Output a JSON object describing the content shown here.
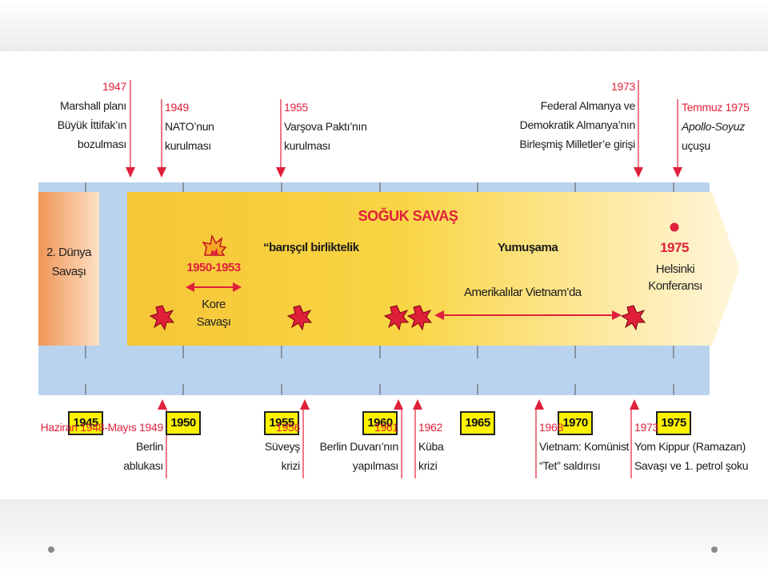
{
  "timeline": {
    "title": "SOĞUK SAVAŞ",
    "axis_years": [
      "1945",
      "1950",
      "1955",
      "1960",
      "1965",
      "1970",
      "1975"
    ],
    "ww2_label": [
      "2. Dünya",
      "Savaşı"
    ],
    "korea": {
      "years": "1950-1953",
      "label": [
        "Kore",
        "Savaşı"
      ]
    },
    "peaceful_label": "“barışçıl birliktelik",
    "detente_label": "Yumuşama",
    "vietnam_label": "Amerikalılar Vietnam’da",
    "helsinki": {
      "year": "1975",
      "label": [
        "Helsinki",
        "Konferansı"
      ]
    }
  },
  "top_events": [
    {
      "year": "1947",
      "lines": [
        "Marshall planı",
        "Büyük İttifak’ın",
        "bozulması"
      ]
    },
    {
      "year": "1949",
      "lines": [
        "NATO’nun",
        "kurulması"
      ]
    },
    {
      "year": "1955",
      "lines": [
        "Varşova Paktı’nın",
        "kurulması"
      ]
    },
    {
      "year": "1973",
      "lines": [
        "Federal Almanya ve",
        "Demokratik Almanya’nın",
        "Birleşmiş Milletler’e girişi"
      ]
    },
    {
      "year": "Temmuz 1975",
      "lines": [
        "Apollo-Soyuz",
        "uçuşu"
      ]
    }
  ],
  "bottom_events": [
    {
      "year": "Haziran 1948-Mayıs 1949",
      "lines": [
        "Berlin",
        "ablukası"
      ]
    },
    {
      "year": "1956",
      "lines": [
        "Süveyş",
        "krizi"
      ]
    },
    {
      "year": "1961",
      "lines": [
        "Berlin Duvarı’nın",
        "yapılması"
      ]
    },
    {
      "year": "1962",
      "lines": [
        "Küba",
        "krizi"
      ]
    },
    {
      "year": "1968",
      "lines": [
        "Vietnam: Komünist",
        "“Tet” saldırısı"
      ]
    },
    {
      "year": "1973",
      "lines": [
        "Yom Kippur (Ramazan)",
        "Savaşı ve 1. petrol şoku"
      ]
    }
  ],
  "colors": {
    "accent_red": "#e0203a",
    "axis_blue": "#b9d3ee",
    "cold_war_yellow": "#f9d23c",
    "ww2_orange": "#f3a06a",
    "year_box": "#fff200"
  }
}
